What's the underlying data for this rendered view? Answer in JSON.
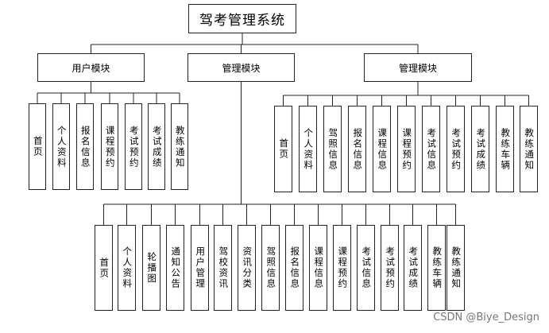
{
  "title": "驾考管理系统",
  "modules": [
    {
      "name": "用户模块",
      "items": [
        "首页",
        "个人资料",
        "报名信息",
        "课程预约",
        "考试预约",
        "考试成绩",
        "教练通知"
      ]
    },
    {
      "name": "管理模块",
      "items": [
        "首页",
        "个人资料",
        "轮播图",
        "通知公告",
        "用户管理",
        "驾校资讯",
        "资讯分类",
        "驾照信息",
        "报名信息",
        "课程信息",
        "课程预约",
        "考试信息",
        "考试预约",
        "考试成绩",
        "教练车辆",
        "教练通知"
      ]
    },
    {
      "name": "管理模块",
      "items": [
        "首页",
        "个人资料",
        "驾照信息",
        "报名信息",
        "课程信息",
        "课程预约",
        "考试信息",
        "考试预约",
        "考试成绩",
        "教练车辆",
        "教练通知"
      ]
    }
  ],
  "watermark": "CSDN @Biye_Design"
}
